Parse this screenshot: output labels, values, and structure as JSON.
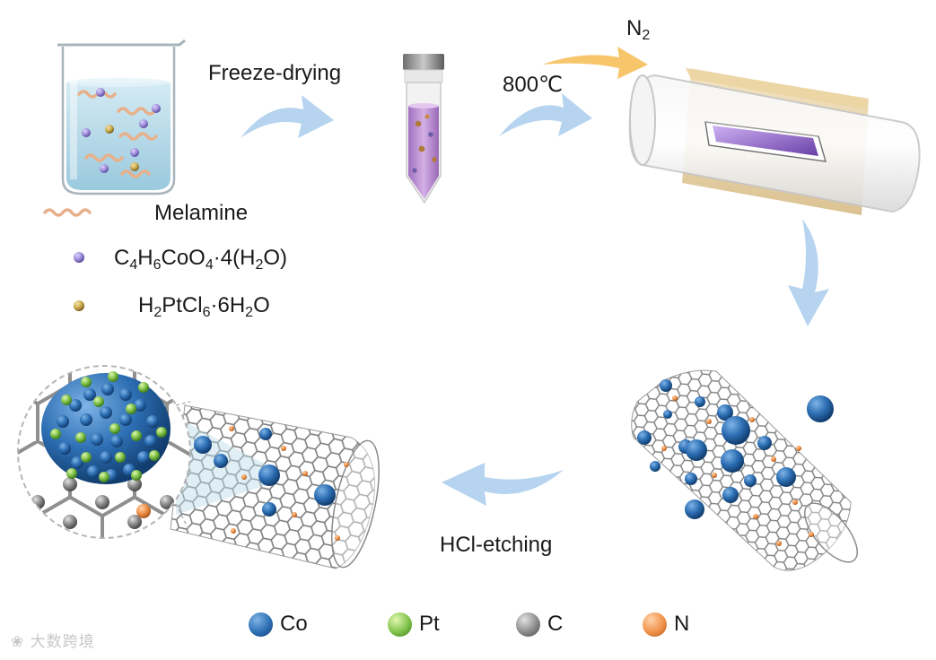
{
  "steps": {
    "freeze_drying": "Freeze-drying",
    "temperature": "800℃",
    "gas": {
      "base": "N",
      "sub": "2"
    },
    "etching": "HCl-etching"
  },
  "reagents": {
    "melamine": "Melamine",
    "cobalt_salt": {
      "p1": "C",
      "s1": "4",
      "p2": "H",
      "s2": "6",
      "p3": "CoO",
      "s3": "4",
      "p4": "·4(H",
      "s4": "2",
      "p5": "O)"
    },
    "platinum_salt": {
      "p1": "H",
      "s1": "2",
      "p2": "PtCl",
      "s2": "6",
      "p3": "·6H",
      "s3": "2",
      "p4": "O"
    }
  },
  "legend": [
    {
      "label": "Co",
      "color": "#2d6fb4"
    },
    {
      "label": "Pt",
      "color": "#7fc24a"
    },
    {
      "label": "C",
      "color": "#8a8a8a"
    },
    {
      "label": "N",
      "color": "#f0924a"
    }
  ],
  "colors": {
    "arrow": "#a9cdec",
    "gas_arrow": "#f7c66b",
    "solution": "#b9dbe9",
    "powder": "#b789c9",
    "cobalt_salt": "#9b8ad6",
    "platinum_salt": "#c8a74a"
  },
  "watermark": "大数跨境"
}
